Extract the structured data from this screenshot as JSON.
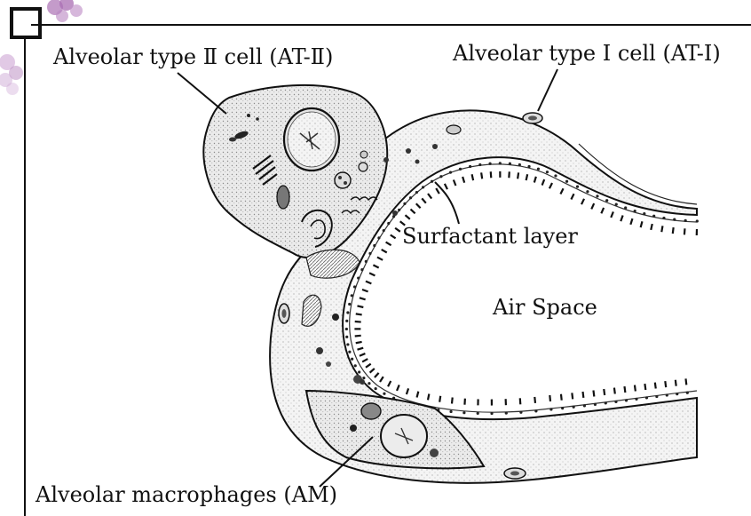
{
  "labels": {
    "at2": "Alveolar type Ⅱ cell  (AT-Ⅱ)",
    "at1": "Alveolar type I cell (AT-I)",
    "surfactant": "Surfactant layer",
    "air_space": "Air Space",
    "am": "Alveolar macrophages (AM)"
  },
  "icons": {
    "corner_widget": "grape-cluster-icon",
    "corner_box": "square-frame-icon"
  },
  "colors": {
    "ink": "#111111",
    "cytoplasm": "#ececec",
    "wall": "#f3f3f3",
    "corner_purple": "#b07ab8"
  }
}
